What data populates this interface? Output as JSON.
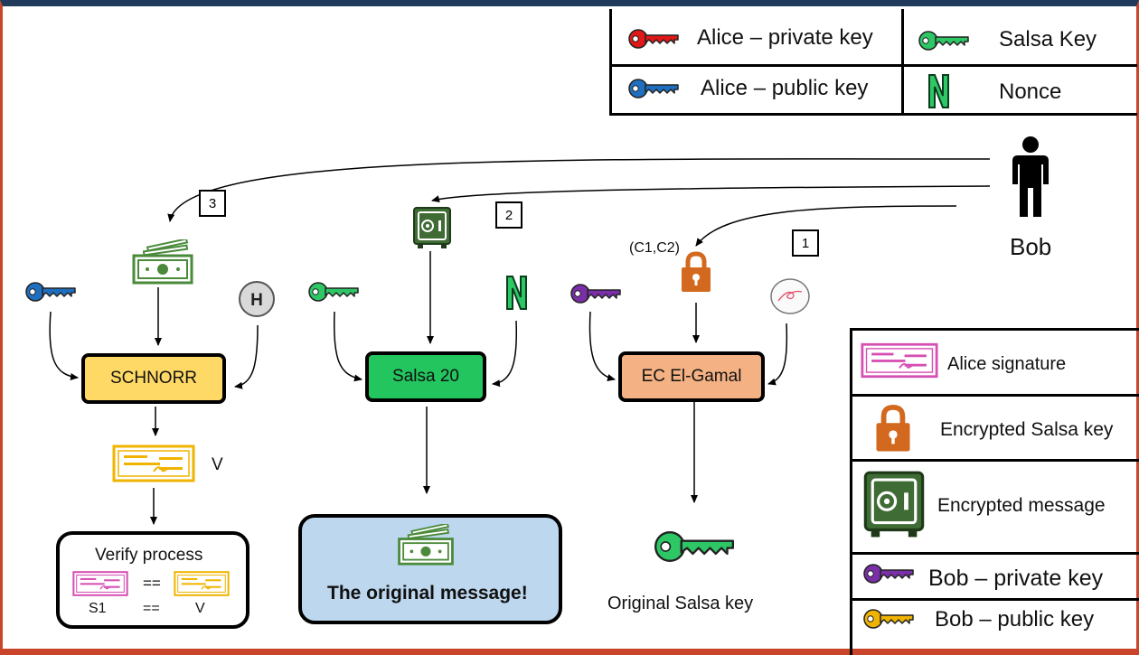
{
  "legend_top": {
    "alice_private": "Alice – private key",
    "alice_public": "Alice – public key",
    "salsa_key": "Salsa Key",
    "nonce": "Nonce"
  },
  "legend_right": {
    "alice_signature": "Alice signature",
    "encrypted_salsa_key": "Encrypted Salsa key",
    "encrypted_message": "Encrypted message",
    "bob_private": "Bob – private key",
    "bob_public": "Bob – public key"
  },
  "actor": {
    "name": "Bob"
  },
  "steps": {
    "one": "1",
    "two": "2",
    "three": "3"
  },
  "labels": {
    "c1c2": "(C1,C2)",
    "v": "V",
    "h": "H"
  },
  "processes": {
    "schnorr": "SCHNORR",
    "salsa20": "Salsa 20",
    "elgamal": "EC El-Gamal"
  },
  "verify": {
    "title": "Verify process",
    "eq_top": "==",
    "eq_bottom": "==",
    "s1": "S1",
    "v": "V"
  },
  "outputs": {
    "original_message": "The original message!",
    "original_salsa_key": "Original Salsa key"
  },
  "colors": {
    "alice_private_key": "#e01818",
    "alice_public_key": "#1f6fc0",
    "salsa_key": "#2ec766",
    "bob_private_key": "#7a2fa8",
    "bob_public_key": "#f0b400",
    "money": "#4a8a3a",
    "safe": "#3f6b35",
    "lock": "#d2691e",
    "signature": "#d64fb3",
    "schnorr_fill": "#ffd966",
    "salsa_fill": "#22c55e",
    "elgamal_fill": "#f4b183",
    "message_fill": "#bdd7ee"
  },
  "icons": [
    "key-icon",
    "nonce-n-icon",
    "person-icon",
    "safe-icon",
    "money-icon",
    "lock-icon",
    "hash-h-icon",
    "curve-icon",
    "signature-icon"
  ]
}
